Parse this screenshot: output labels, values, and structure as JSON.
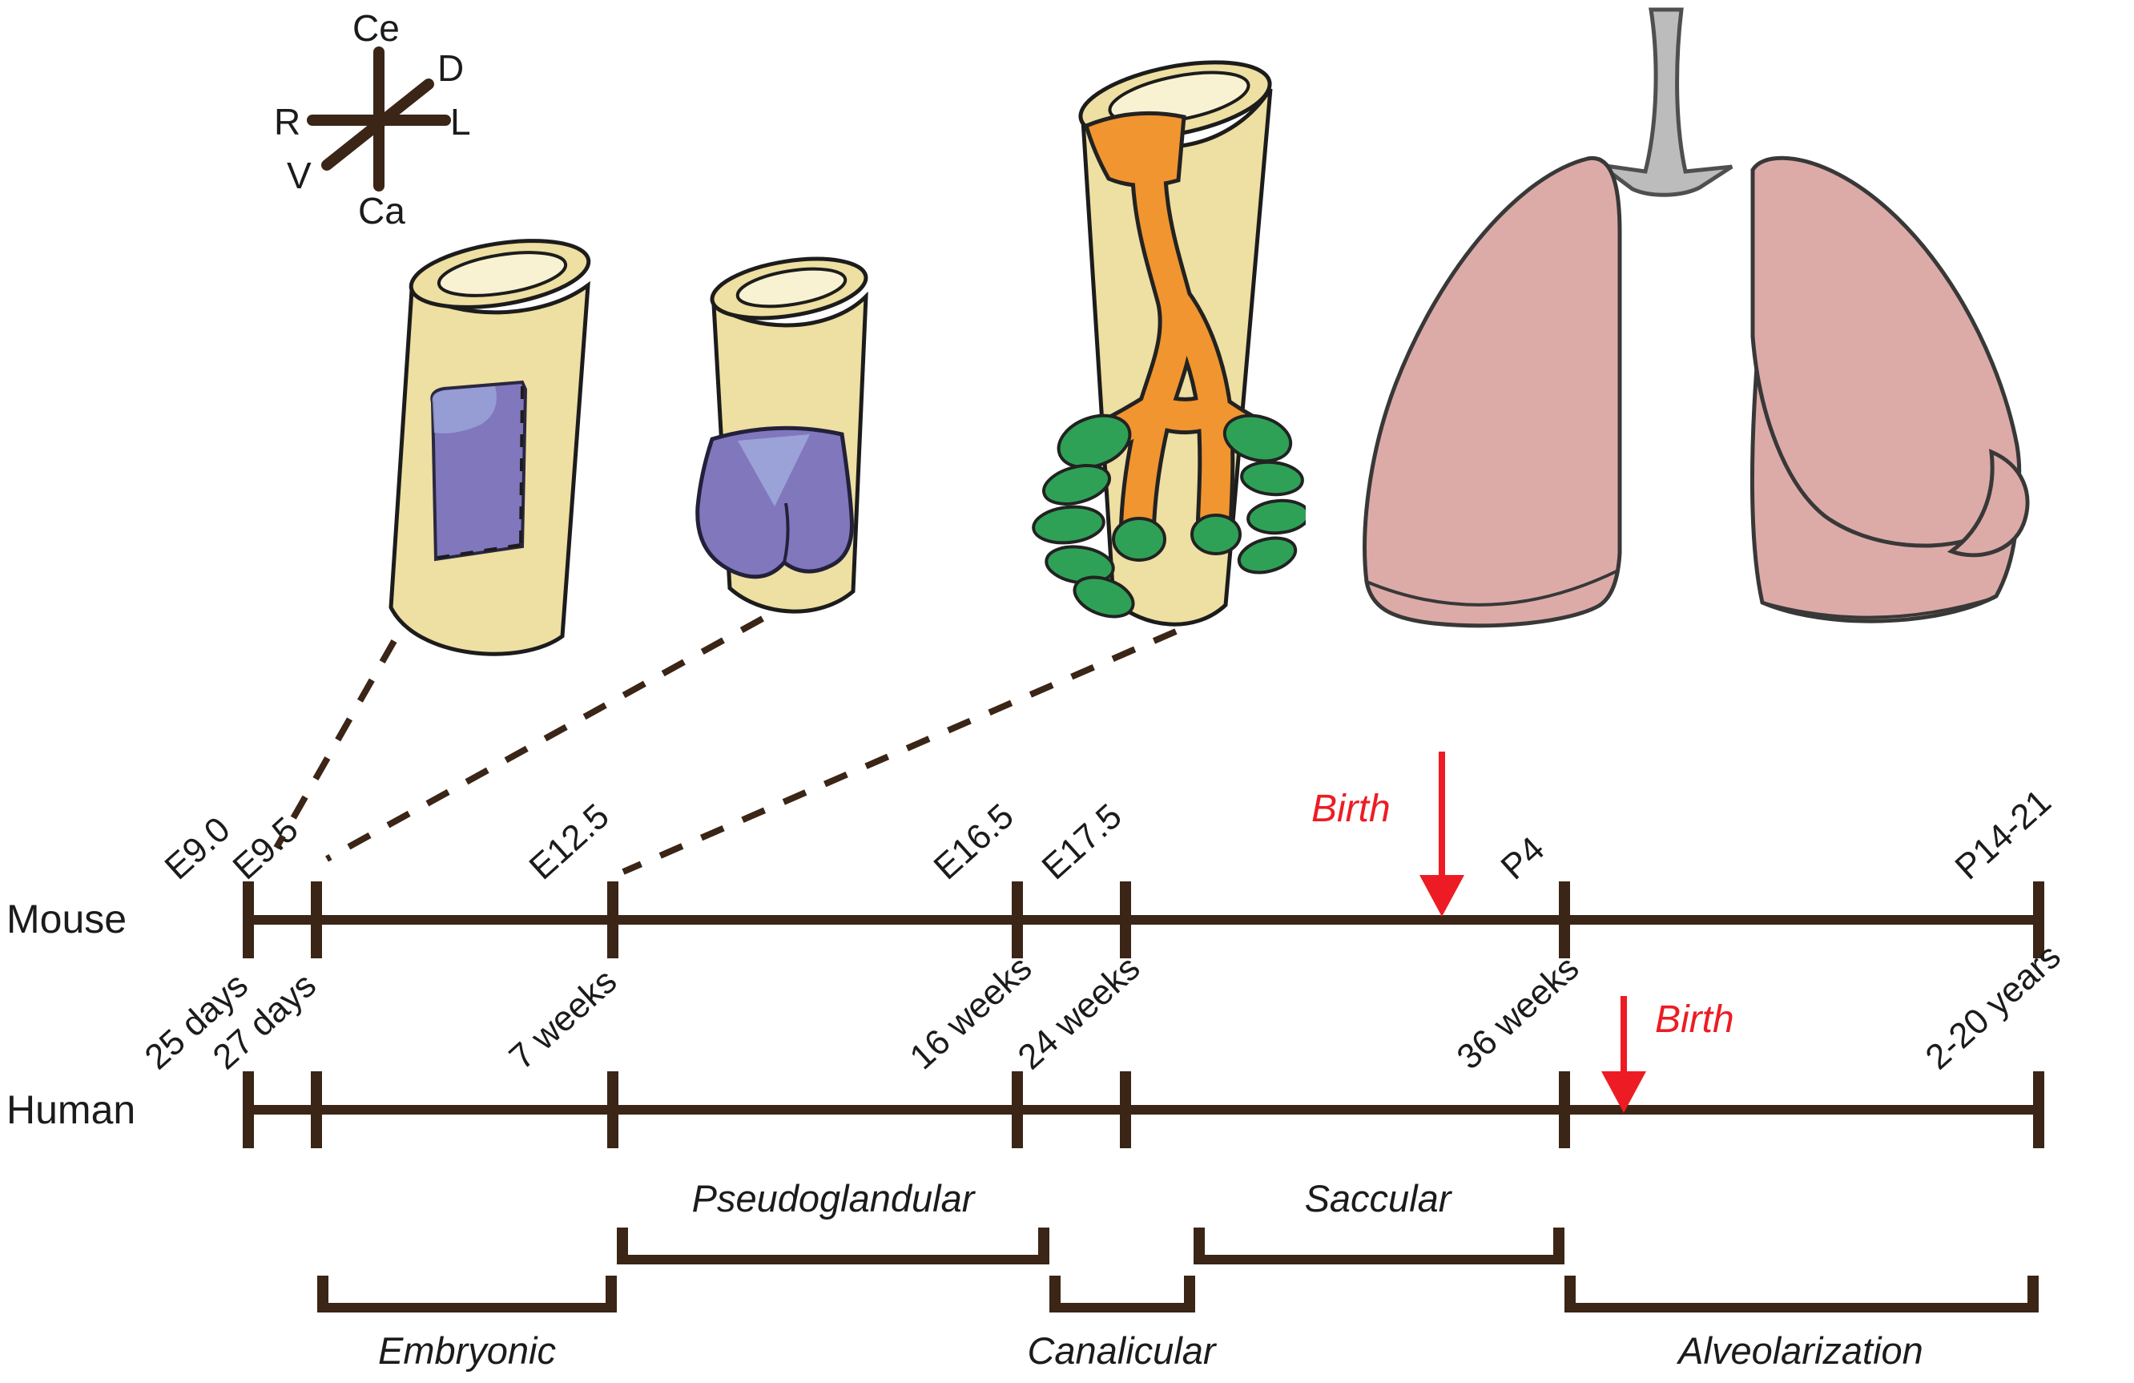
{
  "colors": {
    "line_brown": "#3b2516",
    "text_black": "#1b1b1b",
    "birth_red": "#ed1c24",
    "tube_cream": "#eedfa2",
    "tube_opening": "#f8f2d2",
    "bud_purple": "#8177bd",
    "bud_purple_light": "#9aa2d8",
    "airway_orange": "#f0952f",
    "bud_green": "#2ea156",
    "lung_pink": "#dcaba8",
    "trachea_gray": "#bcbcbc"
  },
  "compass": {
    "top": "Ce",
    "bottom": "Ca",
    "left": "R",
    "right": "L",
    "upper_right": "D",
    "lower_left": "V"
  },
  "illustration_icons": {
    "stage1": "foregut-tube-with-lung-field",
    "stage2": "primary-lung-buds",
    "stage3": "branching-airways-with-buds",
    "stage4": "mature-lungs"
  },
  "timelines": {
    "mouse": {
      "label": "Mouse",
      "birth": "Birth",
      "ticks": [
        "E9.0",
        "E9.5",
        "E12.5",
        "E16.5",
        "E17.5",
        "P4",
        "P14-21"
      ]
    },
    "human": {
      "label": "Human",
      "birth": "Birth",
      "ticks": [
        "25 days",
        "27 days",
        "7 weeks",
        "16 weeks",
        "24 weeks",
        "36 weeks",
        "2-20 years"
      ]
    }
  },
  "stages": {
    "labels": [
      "Embryonic",
      "Pseudoglandular",
      "Canalicular",
      "Saccular",
      "Alveolarization"
    ],
    "spans": [
      {
        "stage": "Embryonic",
        "mouse_span": "E9.5–E12.5",
        "human_span": "27 days–7 weeks"
      },
      {
        "stage": "Pseudoglandular",
        "mouse_span": "E12.5–E16.5",
        "human_span": "7 weeks–16 weeks"
      },
      {
        "stage": "Canalicular",
        "mouse_span": "E16.5–E17.5",
        "human_span": "16 weeks–24 weeks"
      },
      {
        "stage": "Saccular",
        "mouse_span": "E17.5–P4",
        "human_span": "24 weeks–36 weeks"
      },
      {
        "stage": "Alveolarization",
        "mouse_span": "P4–P14-21",
        "human_span": "36 weeks–2-20 years"
      }
    ]
  }
}
